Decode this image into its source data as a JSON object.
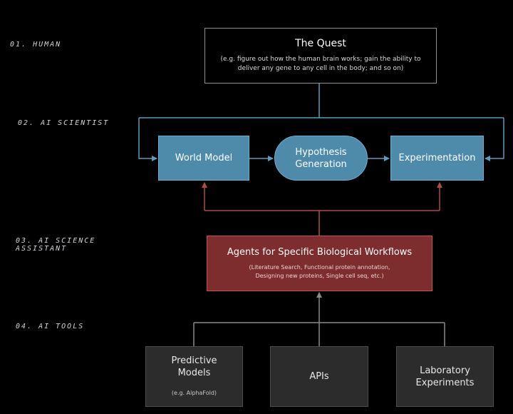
{
  "levels": [
    {
      "label": "01. HUMAN"
    },
    {
      "label": "02. AI SCIENTIST"
    },
    {
      "label": "03. AI SCIENCE\nASSISTANT"
    },
    {
      "label": "04. AI TOOLS"
    }
  ],
  "quest": {
    "title": "The Quest",
    "subtitle": "(e.g. figure out how the human brain works; gain the ability to deliver any gene to any cell in the body; and so on)"
  },
  "scientist": {
    "world_model": "World Model",
    "hypothesis": "Hypothesis\nGeneration",
    "experimentation": "Experimentation"
  },
  "assistant": {
    "title": "Agents for Specific Biological Workflows",
    "subtitle": "(Literature Search, Functional protein annotation,\nDesigning new proteins, Single cell seq, etc.)"
  },
  "tools": [
    {
      "label": "Predictive\nModels",
      "note": "(e.g. AlphaFold)"
    },
    {
      "label": "APIs",
      "note": ""
    },
    {
      "label": "Laboratory\nExperiments",
      "note": ""
    }
  ],
  "colors": {
    "background": "#000000",
    "scientist_fill": "#4e8bab",
    "scientist_arrow": "#5e9bbb",
    "assistant_fill": "#7d2d2d",
    "assistant_arrow": "#b04a45",
    "tool_fill": "#2c2c2c",
    "tool_arrow": "#6a6a6a",
    "quest_border": "#8d9299"
  }
}
